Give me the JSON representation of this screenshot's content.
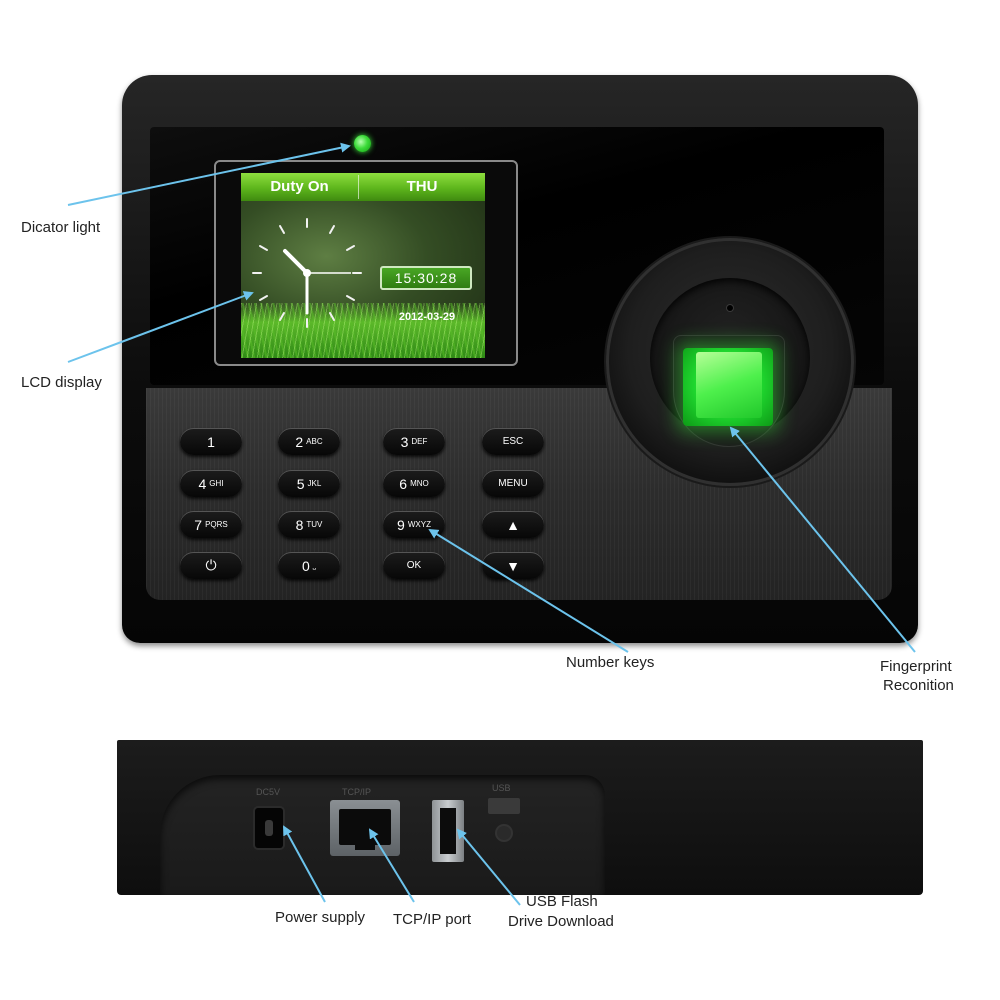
{
  "lcd": {
    "duty_label": "Duty On",
    "day_label": "THU",
    "time": "15:30:28",
    "date": "2012-03-29"
  },
  "keypad": {
    "rows": [
      [
        {
          "num": "1",
          "sub": ""
        },
        {
          "num": "2",
          "sub": "ABC"
        },
        {
          "num": "3",
          "sub": "DEF"
        },
        {
          "word": "ESC"
        }
      ],
      [
        {
          "num": "4",
          "sub": "GHI"
        },
        {
          "num": "5",
          "sub": "JKL"
        },
        {
          "num": "6",
          "sub": "MNO"
        },
        {
          "word": "MENU"
        }
      ],
      [
        {
          "num": "7",
          "sub": "PQRS"
        },
        {
          "num": "8",
          "sub": "TUV"
        },
        {
          "num": "9",
          "sub": "WXYZ"
        },
        {
          "glyph": "▲"
        }
      ],
      [
        {
          "glyph": "⏻"
        },
        {
          "num": "0",
          "sub": "⎵"
        },
        {
          "word": "OK"
        },
        {
          "glyph": "▼"
        }
      ]
    ]
  },
  "callouts": {
    "indicator_light": "Dicator light",
    "lcd_display": "LCD display",
    "number_keys": "Number keys",
    "fingerprint_line1": "Fingerprint",
    "fingerprint_line2": "Reconition",
    "power_supply": "Power supply",
    "tcp_ip_port": "TCP/IP port",
    "usb_line1": "USB Flash",
    "usb_line2": "Drive Download"
  },
  "ports": {
    "dc_label": "DC5V",
    "lan_label": "TCP/IP",
    "usb_label": "USB"
  },
  "colors": {
    "led": "#3ddc3a",
    "sensor_glow": "#22e032",
    "callout_line": "#6cc3ec",
    "lcd_header": "#5db51c"
  }
}
